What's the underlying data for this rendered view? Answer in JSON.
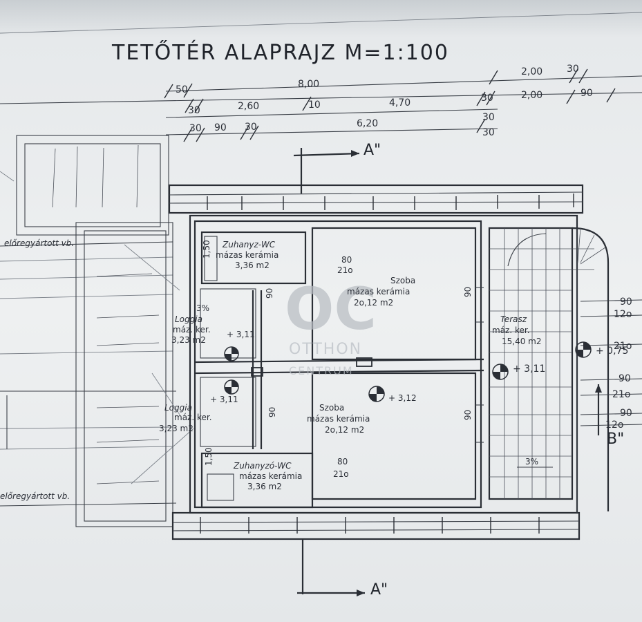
{
  "title": "TETŐTÉR  ALAPRAJZ  M=1:100",
  "dimensions": {
    "top_row1": [
      "8,00",
      "2,00",
      "30"
    ],
    "top_row2": [
      "50",
      "30",
      "2,00",
      "90"
    ],
    "top_row3": [
      "30",
      "2,60",
      "10",
      "4,70",
      "30"
    ],
    "top_row4": [
      "30",
      "90",
      "30",
      "6,20",
      "30"
    ],
    "right_side": [
      "90",
      "12o",
      "21o",
      "90",
      "21o",
      "90",
      "12o"
    ],
    "small": [
      "80",
      "21o",
      "80",
      "21o",
      "90",
      "90",
      "90",
      "90",
      "1,50",
      "1,50"
    ]
  },
  "section_marks": {
    "top": "A\"",
    "bottom": "A\"",
    "right": "B\""
  },
  "rooms": [
    {
      "name": "Zuhanyz-WC",
      "finish": "mázas kerámia",
      "area": "3,36 m2"
    },
    {
      "name": "Szoba",
      "finish": "mázas kerámia",
      "area": "2o,12 m2"
    },
    {
      "name": "Loggia",
      "finish": "máz. ker.",
      "area": "3,23 m2"
    },
    {
      "name": "Terasz",
      "finish": "máz. ker.",
      "area": "15,40 m2"
    },
    {
      "name": "Szoba",
      "finish": "mázas kerámia",
      "area": "2o,12 m2"
    },
    {
      "name": "Loggia",
      "finish": "máz. ker.",
      "area": "3,23 m2"
    },
    {
      "name": "Zuhanyzó-WC",
      "finish": "mázas kerámia",
      "area": "3,36 m2"
    }
  ],
  "levels": [
    "+ 3,11",
    "+ 3,11",
    "+ 3,12",
    "+ 3,11",
    "+ 0,75"
  ],
  "slopes": [
    "3%",
    "3%"
  ],
  "notes": [
    "előregyártott vb.",
    "előregyártott vb."
  ],
  "watermark": {
    "logo": "OC",
    "line1": "OTTHON",
    "line2": "CENTRUM"
  }
}
